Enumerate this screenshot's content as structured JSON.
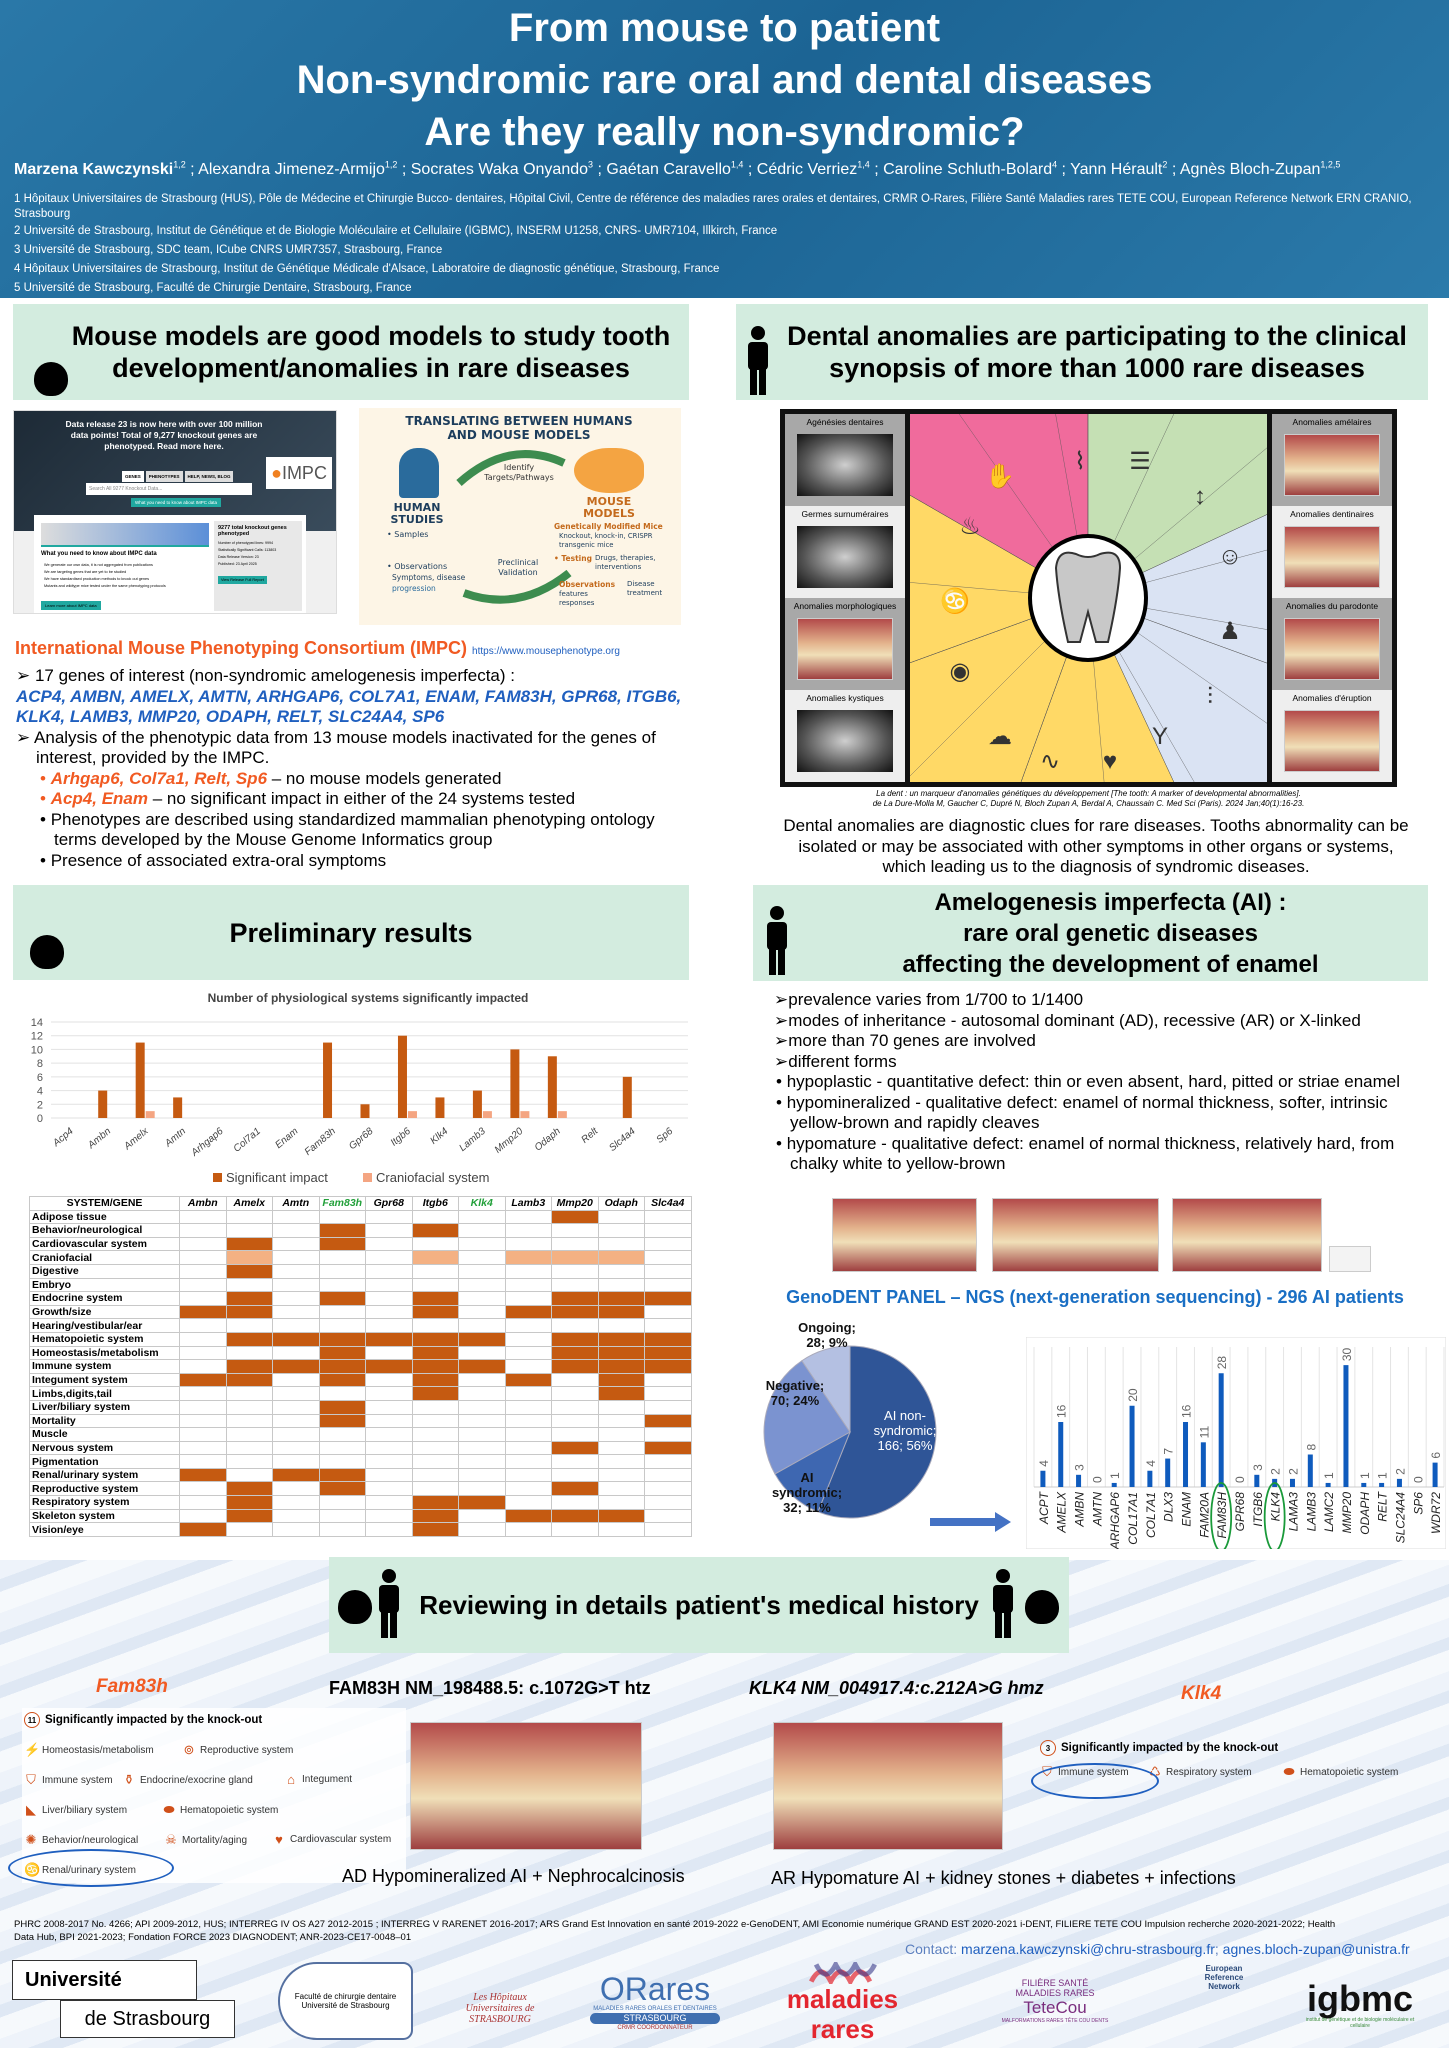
{
  "header": {
    "title_lines": [
      "From mouse to patient",
      "Non-syndromic rare oral and dental diseases",
      "Are they really non-syndromic?"
    ],
    "authors": [
      {
        "name": "Marzena Kawczynski",
        "sup": "1,2"
      },
      {
        "name": "Alexandra Jimenez-Armijo",
        "sup": "1,2"
      },
      {
        "name": "Socrates Waka Onyando",
        "sup": "3"
      },
      {
        "name": "Gaétan Caravello",
        "sup": "1,4"
      },
      {
        "name": "Cédric Verriez",
        "sup": "1,4"
      },
      {
        "name": "Caroline Schluth-Bolard",
        "sup": "4"
      },
      {
        "name": "Yann Hérault",
        "sup": "2"
      },
      {
        "name": "Agnès Bloch-Zupan",
        "sup": "1,2,5"
      }
    ],
    "affiliations": [
      "1 Hôpitaux Universitaires de Strasbourg (HUS), Pôle de Médecine et Chirurgie Bucco- dentaires, Hôpital Civil, Centre de référence des maladies rares orales et dentaires, CRMR O-Rares, Filière Santé Maladies rares TETE COU, European Reference Network ERN CRANIO, Strasbourg",
      "2 Université de Strasbourg, Institut de Génétique et de Biologie Moléculaire et Cellulaire (IGBMC), INSERM U1258, CNRS- UMR7104, Illkirch, France",
      "3 Université de Strasbourg, SDC team, ICube CNRS UMR7357, Strasbourg, France",
      "4 Hôpitaux Universitaires de Strasbourg, Institut de Génétique Médicale d'Alsace, Laboratoire de diagnostic génétique, Strasbourg, France",
      "5 Université de Strasbourg, Faculté de Chirurgie Dentaire, Strasbourg, France"
    ]
  },
  "mouse_section": {
    "title": "Mouse models are good models to study tooth development/anomalies in rare diseases",
    "impc_screenshot": {
      "banner": "Data release 23 is now here with over 100 million data points! Total of 9,277 knockout genes are phenotyped. Read more here.",
      "tabs": [
        "GENES",
        "PHENOTYPES",
        "HELP, NEWS, BLOG"
      ],
      "search_placeholder": "Search All 9277 Knockout Data...",
      "info_button": "What you need to know about IMPC data",
      "logo": "IMPC",
      "box_title": "What you need to know about IMPC data",
      "box_items": [
        "We generate our own data, it is not aggregated from publications",
        "We are targeting genes that are yet to be studied",
        "We have standardised production methods to knock out genes",
        "Mutants and wildtype mice tested under the same phenotyping protocols"
      ],
      "learn_button": "Learn more about IMPC data",
      "stats_title": "9277 total knockout genes phenotyped",
      "stats": [
        "Number of phenotyped lines: 9994",
        "Statistically Significant Calls: 113803",
        "Data Release Version: 23",
        "Published: 23 April 2025"
      ],
      "report_button": "View Release Full Report"
    },
    "translating": {
      "title": "TRANSLATING BETWEEN HUMANS AND MOUSE MODELS",
      "human": "HUMAN STUDIES",
      "samples": "• Samples",
      "observations": "• Observations",
      "symptoms": "Symptoms, disease",
      "progression": "progression",
      "identify": "Identify Targets/Pathways",
      "mouse": "MOUSE MODELS",
      "gm": "Genetically Modified Mice",
      "gm_detail": "Knockout, knock-in, CRISPR transgenic mice",
      "testing": "• Testing",
      "testing_detail": "Drugs, therapies, interventions",
      "preclinical": "Preclinical Validation",
      "obs2": "Observations",
      "obs2_detail": "features responses",
      "disease": "Disease treatment"
    },
    "impc_title": "International Mouse Phenotyping Consortium (IMPC)",
    "impc_link": "https://www.mousephenotype.org",
    "bullet1": "17 genes of interest (non-syndromic amelogenesis imperfecta) :",
    "genes": "ACP4, AMBN, AMELX, AMTN, ARHGAP6, COL7A1, ENAM, FAM83H, GPR68, ITGB6, KLK4, LAMB3, MMP20, ODAPH, RELT, SLC24A4, SP6",
    "bullet2": "Analysis of the phenotypic data from 13 mouse models inactivated for the genes of interest, provided by the IMPC.",
    "sub": [
      {
        "genes": "Arhgap6, Col7a1, Relt, Sp6",
        "text": " – no mouse models generated"
      },
      {
        "genes": "Acp4, Enam",
        "text": " – no significant impact in either of the 24 systems tested"
      }
    ],
    "sub_plain": [
      "Phenotypes are described using standardized mammalian phenotyping ontology terms developed by the Mouse Genome Informatics group",
      "Presence of associated extra-oral symptoms"
    ]
  },
  "dental_section": {
    "title": "Dental anomalies are participating to the clinical synopsis of more than 1000 rare diseases",
    "left_panels": [
      "Agénésies dentaires",
      "Germes surnuméraires",
      "Anomalies morphologiques",
      "Anomalies kystiques"
    ],
    "right_panels": [
      "Anomalies amélaires",
      "Anomalies dentinaires",
      "Anomalies du parodonte",
      "Anomalies d'éruption"
    ],
    "caption1": "La dent : un marqueur d'anomalies génétiques du développement [The tooth: A marker of developmental abnormalities].",
    "caption2": "de La Dure-Molla M, Gaucher C, Dupré N, Bloch Zupan A, Berdal A, Chaussain C. Med Sci (Paris). 2024 Jan;40(1):16-23.",
    "description": "Dental anomalies are diagnostic clues for rare diseases. Tooths abnormality can be isolated or may be associated with other symptoms in other organs or systems, which leading us to the diagnosis of syndromic diseases.",
    "colors": {
      "pink": "#f06b9c",
      "green": "#c5e0b4",
      "yellow": "#ffd966",
      "lavender": "#dae3f3"
    }
  },
  "results_section": {
    "title": "Preliminary results"
  },
  "chart_data": [
    {
      "type": "bar",
      "title": "Number of physiological systems significantly impacted",
      "categories": [
        "Acp4",
        "Ambn",
        "Amelx",
        "Amtn",
        "Arhgap6",
        "Col7a1",
        "Enam",
        "Fam83h",
        "Gpr68",
        "Itgb6",
        "Klk4",
        "Lamb3",
        "Mmp20",
        "Odaph",
        "Relt",
        "Slc4a4",
        "Sp6"
      ],
      "series": [
        {
          "name": "Significant impact",
          "color": "#c55a11",
          "values": [
            0,
            4,
            11,
            3,
            0,
            0,
            0,
            11,
            2,
            12,
            3,
            4,
            10,
            9,
            0,
            6,
            0
          ]
        },
        {
          "name": "Craniofacial system",
          "color": "#f4a582",
          "values": [
            0,
            0,
            1,
            0,
            0,
            0,
            0,
            0,
            0,
            1,
            0,
            1,
            1,
            1,
            0,
            0,
            0
          ]
        }
      ],
      "ylim": [
        0,
        14
      ],
      "yticks": [
        0,
        2,
        4,
        6,
        8,
        10,
        12,
        14
      ],
      "grid": true,
      "legend": "bottom"
    },
    {
      "type": "table",
      "title": "",
      "header": "SYSTEM/GENE",
      "columns": [
        "Ambn",
        "Amelx",
        "Amtn",
        "Fam83h",
        "Gpr68",
        "Itgb6",
        "Klk4",
        "Lamb3",
        "Mmp20",
        "Odaph",
        "Slc4a4"
      ],
      "highlight_columns": [
        "Fam83h",
        "Klk4"
      ],
      "legend": {
        "1": "Significant impact",
        "c": "Craniofacial system",
        "0": "none"
      },
      "rows": [
        {
          "system": "Adipose tissue",
          "cells": "00000000100"
        },
        {
          "system": "Behavior/neurological",
          "cells": "00010100000"
        },
        {
          "system": "Cardiovascular system",
          "cells": "01010000000"
        },
        {
          "system": "Craniofacial",
          "cells": "0c000c0ccc0"
        },
        {
          "system": "Digestive",
          "cells": "01000000000"
        },
        {
          "system": "Embryo",
          "cells": "00000000000"
        },
        {
          "system": "Endocrine system",
          "cells": "01010100111"
        },
        {
          "system": "Growth/size",
          "cells": "11000101110"
        },
        {
          "system": "Hearing/vestibular/ear",
          "cells": "00000000000"
        },
        {
          "system": "Hematopoietic system",
          "cells": "01111110111"
        },
        {
          "system": "Homeostasis/metabolism",
          "cells": "00010100111"
        },
        {
          "system": "Immune system",
          "cells": "01111110111"
        },
        {
          "system": "Integument system",
          "cells": "11010101010"
        },
        {
          "system": "Limbs,digits,tail",
          "cells": "00000100010"
        },
        {
          "system": "Liver/biliary system",
          "cells": "00010000000"
        },
        {
          "system": "Mortality",
          "cells": "00010000001"
        },
        {
          "system": "Muscle",
          "cells": "00000000000"
        },
        {
          "system": "Nervous system",
          "cells": "00000000101"
        },
        {
          "system": "Pigmentation",
          "cells": "00000000000"
        },
        {
          "system": "Renal/urinary system",
          "cells": "10110000000"
        },
        {
          "system": "Reproductive system",
          "cells": "01010000100"
        },
        {
          "system": "Respiratory system",
          "cells": "01000110000"
        },
        {
          "system": "Skeleton system",
          "cells": "01000101110"
        },
        {
          "system": "Vision/eye",
          "cells": "10000100000"
        }
      ]
    },
    {
      "type": "pie",
      "title": "",
      "slices": [
        {
          "label": "AI non-syndromic",
          "value": 166,
          "percent": 56,
          "text": "AI non-syndromic; 166; 56%",
          "color": "#2f5597"
        },
        {
          "label": "AI syndromic",
          "value": 32,
          "percent": 11,
          "text": "AI syndromic; 32; 11%",
          "color": "#3e67b1"
        },
        {
          "label": "Negative",
          "value": 70,
          "percent": 24,
          "text": "Negative; 70; 24%",
          "color": "#7b93d0"
        },
        {
          "label": "Ongoing",
          "value": 28,
          "percent": 9,
          "text": "Ongoing; 28; 9%",
          "color": "#b4c0e2"
        }
      ]
    },
    {
      "type": "bar",
      "title": "",
      "categories": [
        "ACPT",
        "AMELX",
        "AMBN",
        "AMTN",
        "ARHGAP6",
        "COL17A1",
        "COL7A1",
        "DLX3",
        "ENAM",
        "FAM20A",
        "FAM83H",
        "GPR68",
        "ITGB6",
        "KLK4",
        "LAMA3",
        "LAMB3",
        "LAMC2",
        "MMP20",
        "ODAPH",
        "RELT",
        "SLC24A4",
        "SP6",
        "WDR72"
      ],
      "values": [
        4,
        16,
        3,
        0,
        1,
        20,
        4,
        7,
        16,
        11,
        28,
        0,
        3,
        2,
        2,
        8,
        1,
        30,
        1,
        1,
        2,
        0,
        6
      ],
      "highlighted": [
        "FAM83H",
        "KLK4"
      ],
      "color": "#0f5bbd",
      "ylim": [
        0,
        32
      ],
      "grid": "vertical",
      "data_labels": true
    }
  ],
  "ai_section": {
    "title_lines": [
      "Amelogenesis imperfecta (AI) :",
      "rare oral genetic diseases",
      "affecting the development of enamel"
    ],
    "arrows": [
      "prevalence varies from 1/700 to 1/1400",
      "modes of inheritance - autosomal dominant (AD), recessive (AR) or X-linked",
      "more than 70 genes are involved",
      "different forms"
    ],
    "bullets": [
      "hypoplastic - quantitative defect: thin or even absent, hard, pitted or striae enamel",
      "hypomineralized - qualitative defect: enamel of normal thickness, softer, intrinsic yellow-brown and rapidly cleaves",
      "hypomature - qualitative defect: enamel of normal thickness, relatively hard, from chalky white to yellow-brown"
    ],
    "genodent_title": "GenoDENT PANEL – NGS (next-generation sequencing) - 296 AI patients"
  },
  "review_section": {
    "title": "Reviewing in details patient's medical history",
    "fam83h": {
      "title": "Fam83h",
      "count": "11",
      "heading": "Significantly impacted by the knock-out",
      "systems": [
        "Homeostasis/metabolism",
        "Reproductive system",
        "Immune system",
        "Endocrine/exocrine gland",
        "Integument",
        "Liver/biliary system",
        "Hematopoietic system",
        "Behavior/neurological",
        "Mortality/aging",
        "Cardiovascular system",
        "Renal/urinary system"
      ],
      "highlighted": "Renal/urinary system"
    },
    "patient1": {
      "variant": "FAM83H NM_198488.5: c.1072G>T htz",
      "caption": "AD Hypomineralized AI + Nephrocalcinosis"
    },
    "patient2": {
      "variant": "KLK4 NM_004917.4:c.212A>G hmz",
      "caption": "AR Hypomature AI + kidney stones + diabetes +  infections"
    },
    "klk4": {
      "title": "Klk4",
      "count": "3",
      "heading": "Significantly impacted by the knock-out",
      "systems": [
        "Immune system",
        "Respiratory system",
        "Hematopoietic system"
      ],
      "highlighted": "Immune system"
    }
  },
  "footer": {
    "funding": "PHRC 2008-2017 No. 4266; API 2009-2012, HUS; INTERREG IV OS A27 2012-2015 ; INTERREG V  RARENET 2016-2017; ARS Grand Est Innovation en santé 2019-2022 e-GenoDENT, AMI Economie numérique GRAND EST 2020-2021 i-DENT, FILIERE TETE COU Impulsion recherche 2020-2021-2022; Health Data Hub, BPI 2021-2023; Fondation FORCE 2023 DIAGNODENT; ANR-2023-CE17-0048–01",
    "contact_label": "Contact: ",
    "email1": "marzena.kawczynski@chru-strasbourg.fr",
    "email2": "agnes.bloch-zupan@unistra.fr",
    "logos": {
      "unistra1": "Université",
      "unistra2": "de Strasbourg",
      "faculte": "Faculté de chirurgie dentaire Université de Strasbourg",
      "hus": "Les Hôpitaux Universitaires de STRASBOURG",
      "orares": "ORares",
      "orares_sub": "MALADIES RARES ORALES ET DENTAIRES",
      "orares_city": "STRASBOURG",
      "orares_role": "CRMR COORDONNATEUR",
      "maladies": "maladies rares",
      "tetecou_1": "FILIÈRE SANTÉ",
      "tetecou_2": "MALADIES RARES",
      "tetecou_3": "TeteCou",
      "tetecou_4": "MALFORMATIONS RARES TÊTE COU DENTS",
      "ern": "European Reference Network",
      "igbmc": "igbmc",
      "igbmc_sub": "institut de génétique et de biologie moléculaire et cellulaire"
    }
  }
}
